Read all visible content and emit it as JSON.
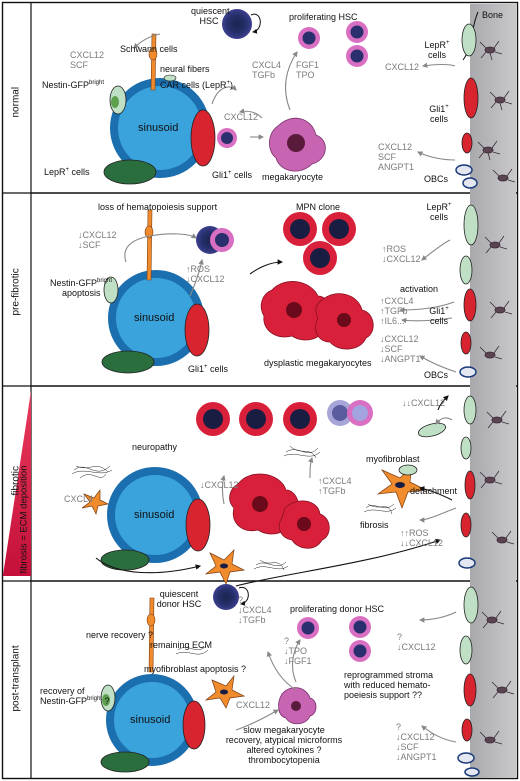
{
  "rows": {
    "normal": "normal",
    "prefibrotic": "pre-fibrotic",
    "fibrotic": "fibrotic",
    "posttransplant": "post-transplant"
  },
  "fibrosis_bar": "fibrosis = ECM deposition",
  "bone": "Bone",
  "normal": {
    "quiescent_hsc": "quiescent\nHSC",
    "proliferating_hsc": "proliferating HSC",
    "schwann": "Schwann cells",
    "cxcl12_scf": "CXCL12\nSCF",
    "neural_fibers": "neural fibers",
    "nestin": "Nestin-GFP",
    "nestin_sup": "bright",
    "car": "CAR cells (LepR",
    "car_sup": "+",
    "car_end": ")",
    "sinusoid": "sinusoid",
    "lepr_cells": "LepR",
    "lepr_sup": "+",
    "lepr_end": " cells",
    "gli1": "Gli1",
    "gli1_sup": "+",
    "gli1_end": " cells",
    "cxcl4_tgfb": "CXCL4\nTGFb",
    "fgf1_tpo": "FGF1\nTPO",
    "cxcl12": "CXCL12",
    "megakaryocyte": "megakaryocyte",
    "lepr_right": "LepR",
    "lepr_right_sup": "+",
    "cells_word": "cells",
    "cxcl12_right": "CXCL12",
    "gli1_right": "Gli1",
    "gli1_right_sup": "+",
    "cxcl_scf_angpt1": "CXCL12\nSCF\nANGPT1",
    "obcs": "OBCs"
  },
  "prefibrotic": {
    "loss": "loss of hematopoiesis support",
    "mpn": "MPN clone",
    "down_cxcl12_scf": "↓CXCL12\n↓SCF",
    "nestin": "Nestin-GFP",
    "nestin_sup": "bright",
    "apoptosis": "apoptosis",
    "ros_cxcl12": "↑ROS\n↓CXCL12",
    "sinusoid": "sinusoid",
    "gli1": "Gli1",
    "gli1_sup": "+",
    "gli1_end": " cells",
    "dysplastic": "dysplastic megakaryocytes",
    "lepr_right": "LepR",
    "lepr_right_sup": "+",
    "cells_word": "cells",
    "ros_cxcl12_right": "↑ROS\n↓CXCL12",
    "activation": "activation",
    "cytokines_up": "↑CXCL4\n↑TGFb\n↑IL6...",
    "gli1_right": "Gli1",
    "gli1_right_sup": "+",
    "cytokines_down": "↓CXCL12\n↓SCF\n↓ANGPT1",
    "obcs": "OBCs"
  },
  "fibrotic": {
    "down2_cxcl12": "↓↓CXCL12",
    "neuropathy": "neuropathy",
    "cxcl4": "CXCL4",
    "down_cxcl12": "↓CXCL12",
    "up_cxcl4_tgfb": "↑CXCL4\n↑TGFb",
    "myofibroblast": "myofibroblast",
    "detachment": "detachment",
    "fibrosis": "fibrosis",
    "ros_cxcl12": "↑↑ROS\n↓↓CXCL12",
    "sinusoid": "sinusoid"
  },
  "posttransplant": {
    "quiescent_donor": "quiescent\ndonor HSC",
    "q_cxcl4_tgfb": "?\n↓CXCL4\n↓TGFb",
    "proliferating_donor": "proliferating donor HSC",
    "nerve_recovery": "nerve recovery ?",
    "remaining_ecm": "remaining ECM",
    "q_tpo_fgf1": "?\n↓TPO\n↓FGF1",
    "q_cxcl12_top": "?\n↓CXCL12",
    "myo_apoptosis": "myofibroblast apoptosis ?",
    "recovery_nestin": "recovery of\nNestin-GFP",
    "recovery_sup": "bright",
    "recovery_q": " ?",
    "reprogrammed": "reprogrammed stroma\nwith reduced hemato-\npoeiesis support ??",
    "cxcl12": "CXCL12",
    "sinusoid": "sinusoid",
    "slow_mk": "slow megakaryocyte\nrecovery, atypical microforms\naltered cytokines ?\nthrombocytopenia",
    "q_cytokines_bottom": "?\n↓CXCL12\n↓SCF\n↓ANGPT1"
  },
  "colors": {
    "sinusoid": "#3aa3dc",
    "sinusoid_dark": "#1c6fae",
    "lepr": "#bfe0c5",
    "gli1": "#d7242f",
    "megakaryocyte": "#c765b3",
    "dysplastic": "#d8203a",
    "hsc_dark": "#2a2f6e",
    "hsc_pink": "#d96fc2",
    "bone": "#bcbcc0",
    "fibrosis_bar": "#d81f47",
    "nestin": "#5fa04f",
    "myofibroblast": "#f08b2e"
  }
}
